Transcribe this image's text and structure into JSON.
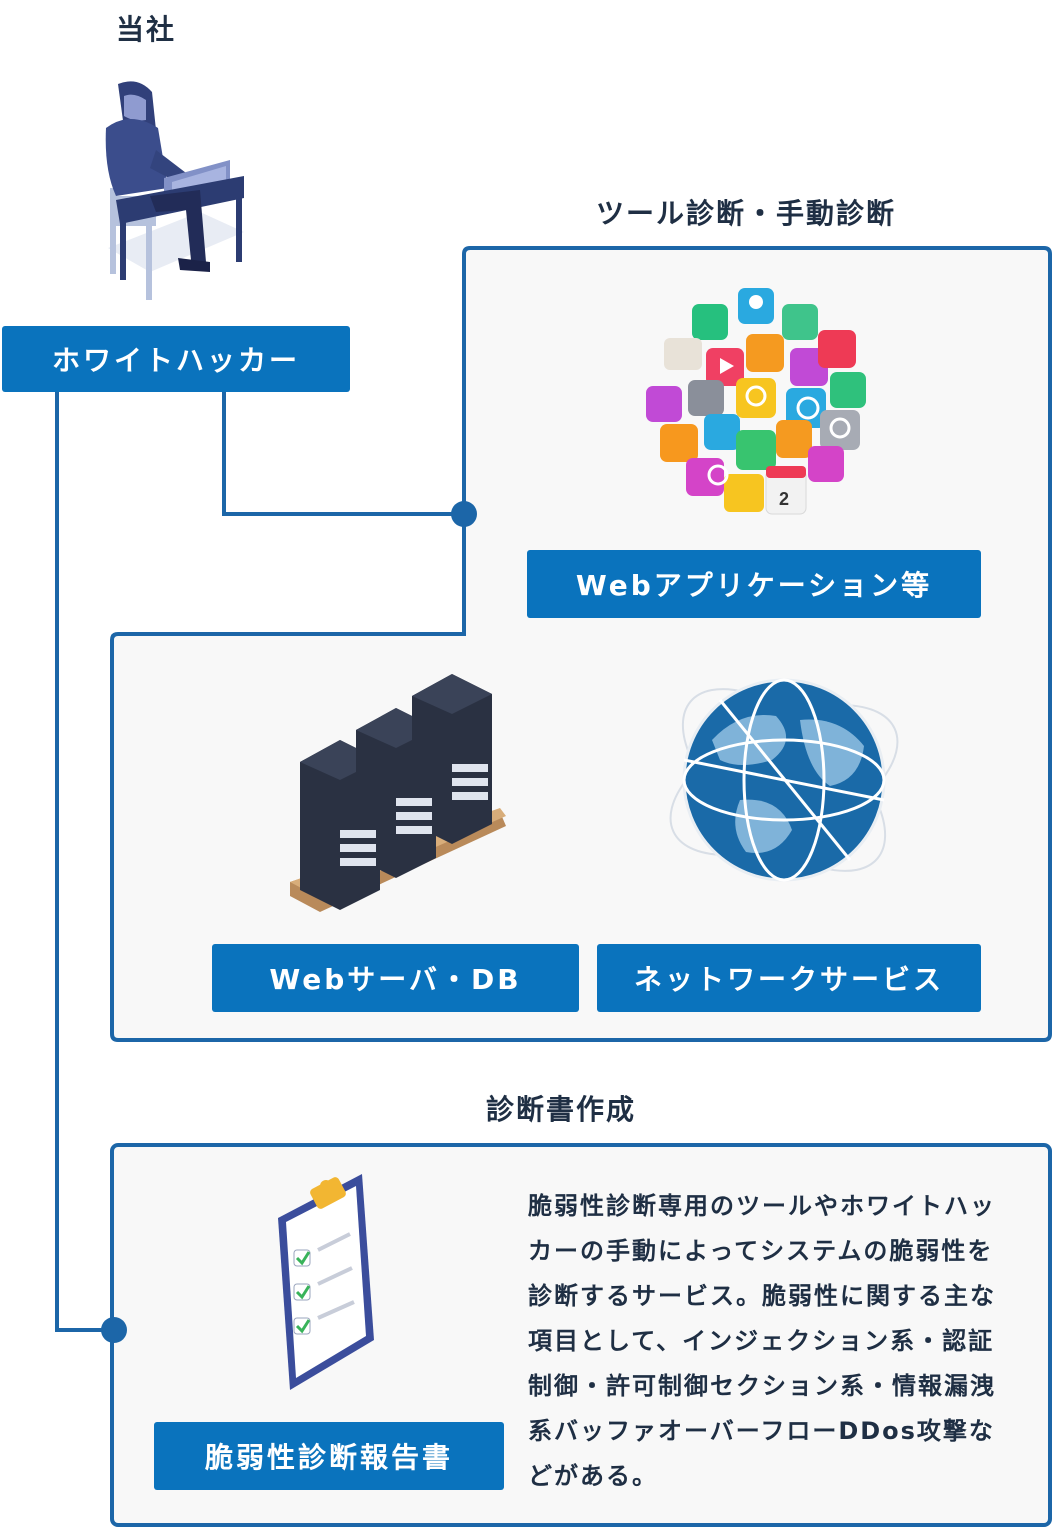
{
  "company": {
    "heading": "当社"
  },
  "hacker": {
    "label": "ホワイトハッカー"
  },
  "diagnosis": {
    "heading": "ツール診断・手動診断"
  },
  "targets": {
    "webapp": "Webアプリケーション等",
    "server": "Webサーバ・DB",
    "network": "ネットワークサービス"
  },
  "report": {
    "heading": "診断書作成",
    "label": "脆弱性診断報告書",
    "description": "脆弱性診断専用のツールやホワイトハッカーの手動によってシステムの脆弱性を診断するサービス。脆弱性に関する主な項目として、インジェクション系・認証制御・許可制御セクション系・情報漏洩系バッファオーバーフローDDos攻撃などがある。"
  },
  "app_icons": {
    "calendar_day": "2"
  },
  "colors": {
    "accent": "#0a73bd",
    "line": "#1c66a8",
    "panel_bg": "#f8f8f8",
    "text": "#1f2f44"
  }
}
